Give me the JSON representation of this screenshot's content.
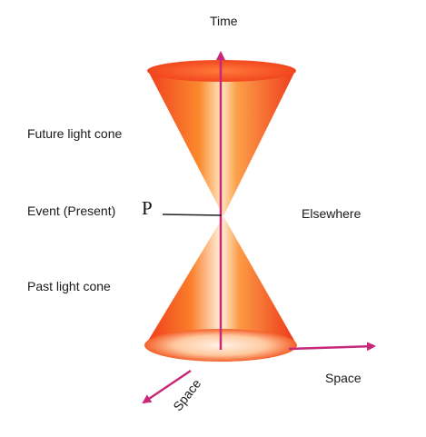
{
  "labels": {
    "time_axis": "Time",
    "future_cone": "Future light cone",
    "event": "Event (Present)",
    "point": "P",
    "elsewhere": "Elsewhere",
    "past_cone": "Past light cone",
    "space_right": "Space",
    "space_diagonal": "Space"
  },
  "colors": {
    "cone_dark": "#f0401e",
    "cone_mid": "#fb8a2e",
    "cone_light": "#ffe1b4",
    "axis_arrow": "#c8287a",
    "text": "#1a1a1a"
  }
}
